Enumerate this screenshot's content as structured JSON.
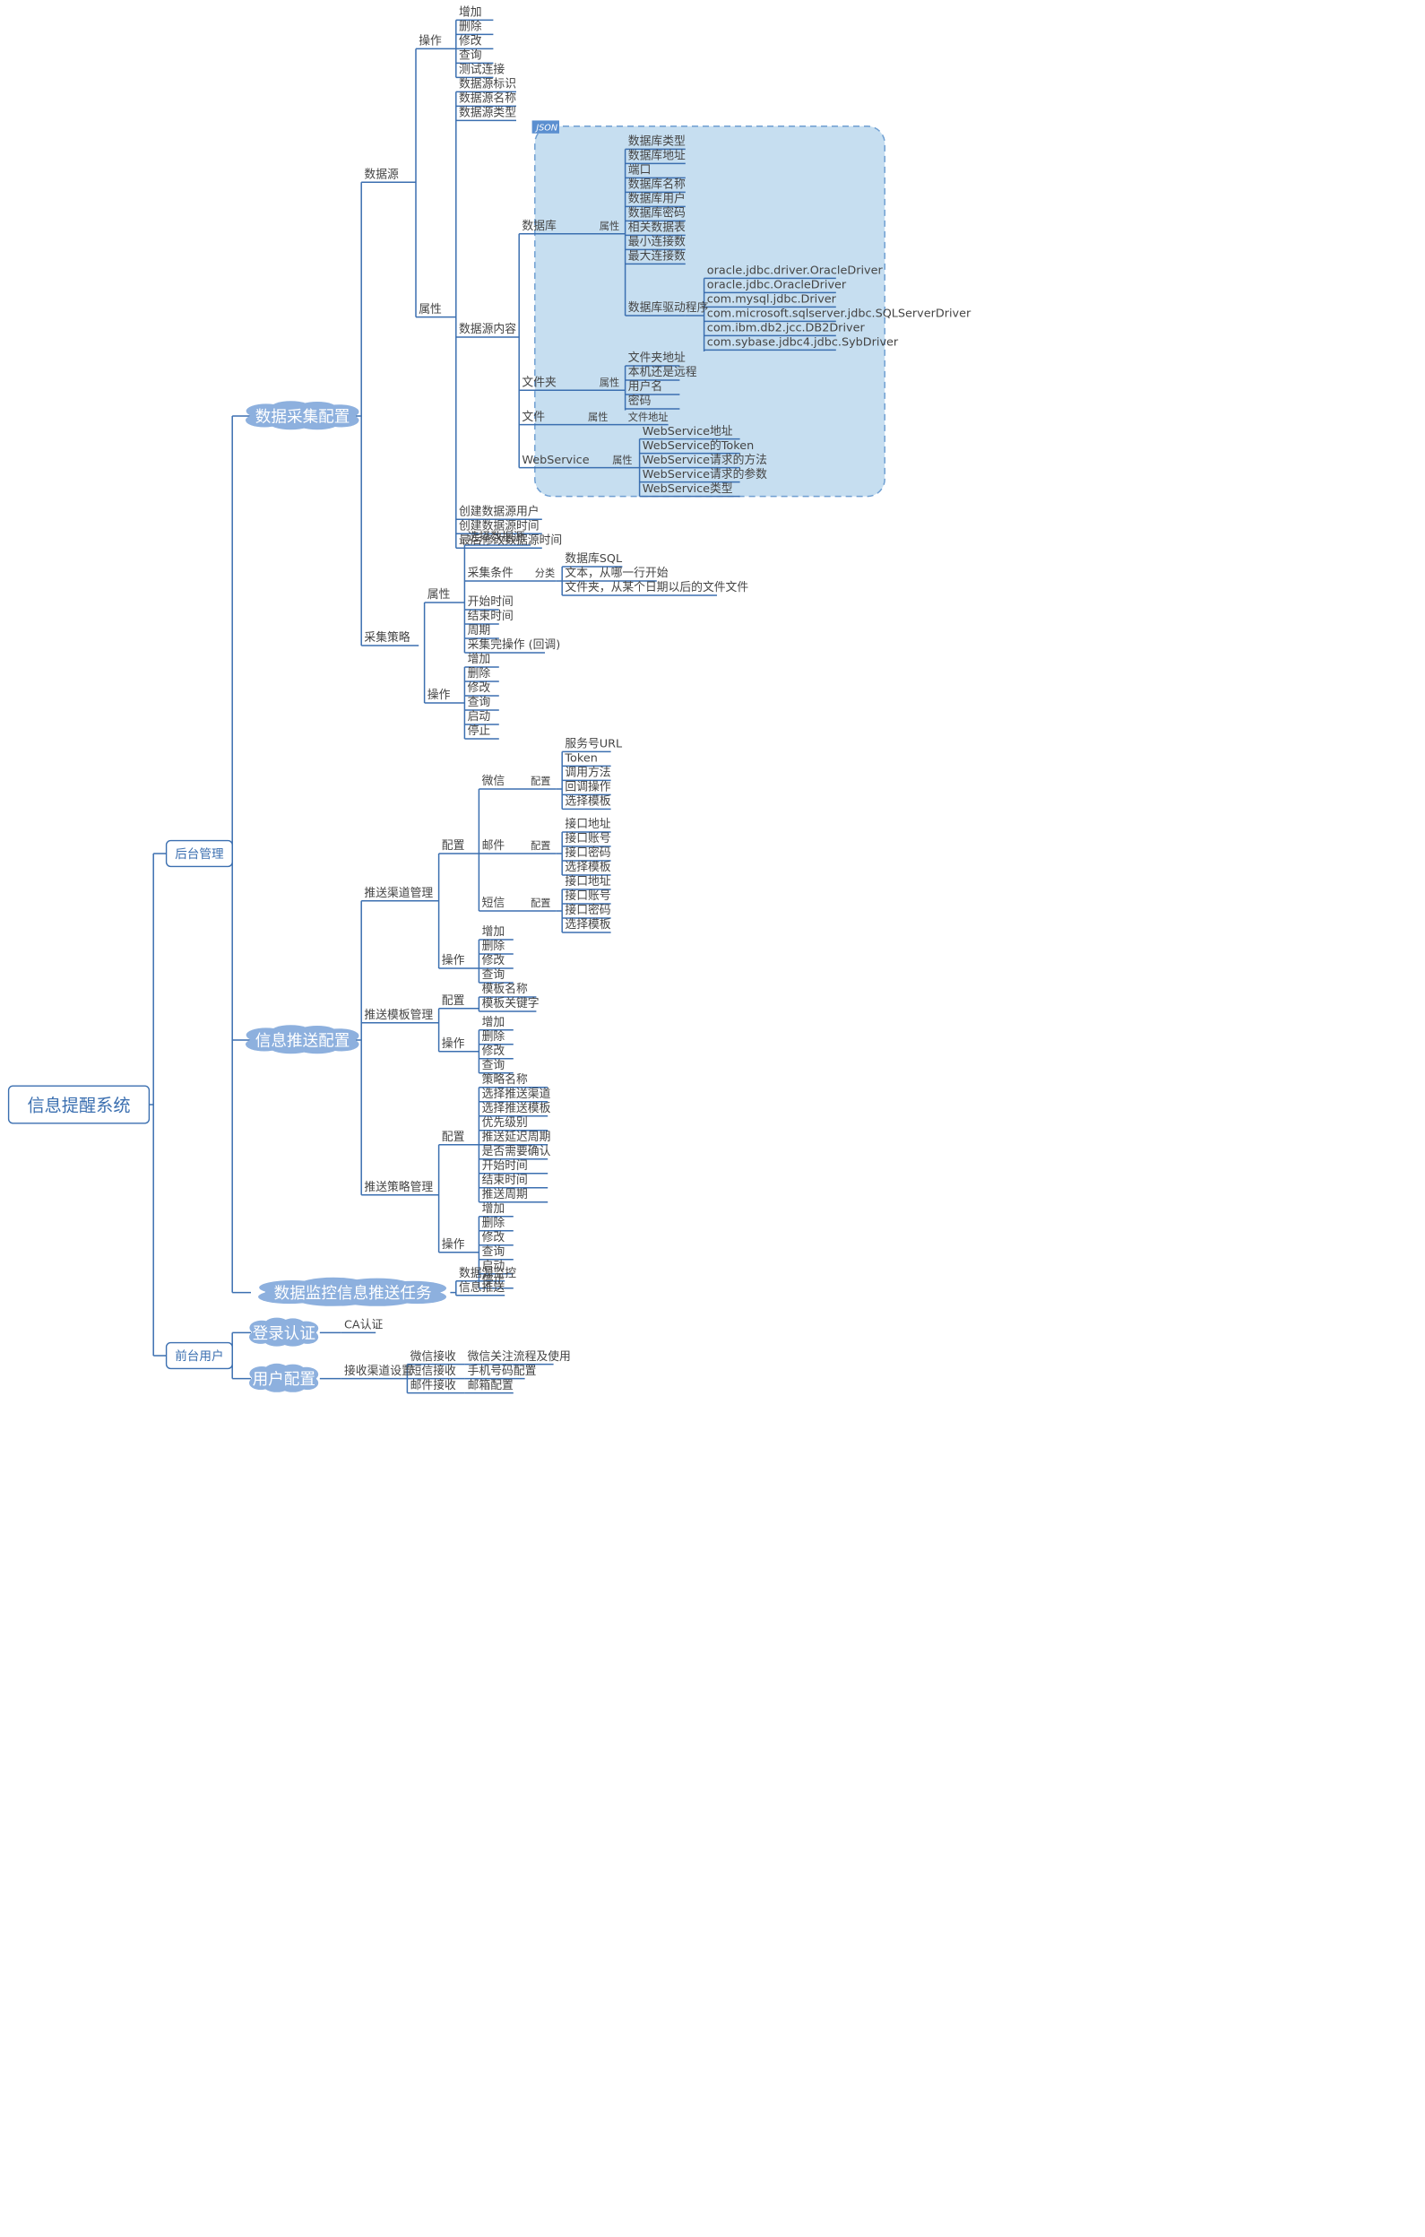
{
  "colors": {
    "line": "#3b6fb0",
    "text": "#444444",
    "accent": "#3b6fb0",
    "cloud": "#8db0de",
    "cloud_text": "#ffffff",
    "json_fill": "#c6def0",
    "json_stroke": "#6f9fd2",
    "json_tag": "#5b8fd0"
  },
  "root": {
    "label": "信息提醒系统"
  },
  "backend": {
    "label": "后台管理",
    "collect": {
      "label": "数据采集配置",
      "datasource": {
        "label": "数据源",
        "ops": {
          "label": "操作",
          "items": [
            "增加",
            "删除",
            "修改",
            "查询",
            "测试连接"
          ]
        },
        "attr": {
          "label": "属性",
          "items_top": [
            "数据源标识",
            "数据源名称",
            "数据源类型"
          ],
          "content_label": "数据源内容",
          "items_bottom": [
            "创建数据源用户",
            "创建数据源时间",
            "最后修改数据源时间"
          ]
        },
        "json": {
          "tag": "JSON",
          "db": {
            "label": "数据库",
            "attr_label": "属性",
            "items": [
              "数据库类型",
              "数据库地址",
              "端口",
              "数据库名称",
              "数据库用户",
              "数据库密码",
              "相关数据表",
              "最小连接数",
              "最大连接数",
              "数据库驱动程序"
            ],
            "drivers": [
              "oracle.jdbc.driver.OracleDriver",
              "oracle.jdbc.OracleDriver",
              "com.mysql.jdbc.Driver",
              "com.microsoft.sqlserver.jdbc.SQLServerDriver",
              "com.ibm.db2.jcc.DB2Driver",
              "com.sybase.jdbc4.jdbc.SybDriver"
            ]
          },
          "folder": {
            "label": "文件夹",
            "attr_label": "属性",
            "items": [
              "文件夹地址",
              "本机还是远程",
              "用户名",
              "密码"
            ]
          },
          "file": {
            "label": "文件",
            "attr_label": "属性",
            "item": "文件地址"
          },
          "ws": {
            "label": "WebService",
            "attr_label": "属性",
            "items": [
              "WebService地址",
              "WebService的Token",
              "WebService请求的方法",
              "WebService请求的参数",
              "WebService类型"
            ]
          }
        }
      },
      "strategy": {
        "label": "采集策略",
        "attr": {
          "label": "属性",
          "select": "选择数据源",
          "cond": "采集条件",
          "cls": "分类",
          "cls_items": [
            "数据库SQL",
            "文本，从哪一行开始",
            "文件夹，从某个日期以后的文件文件"
          ],
          "rest": [
            "开始时间",
            "结束时间",
            "周期",
            "采集完操作 (回调)"
          ]
        },
        "ops": {
          "label": "操作",
          "items": [
            "增加",
            "删除",
            "修改",
            "查询",
            "启动",
            "停止"
          ]
        }
      }
    },
    "push": {
      "label": "信息推送配置",
      "channel": {
        "label": "推送渠道管理",
        "config_label": "配置",
        "wechat": {
          "label": "微信",
          "config": "配置",
          "items": [
            "服务号URL",
            "Token",
            "调用方法",
            "回调操作",
            "选择模板"
          ]
        },
        "mail": {
          "label": "邮件",
          "config": "配置",
          "items": [
            "接口地址",
            "接口账号",
            "接口密码",
            "选择模板"
          ]
        },
        "sms": {
          "label": "短信",
          "config": "配置",
          "items": [
            "接口地址",
            "接口账号",
            "接口密码",
            "选择模板"
          ]
        },
        "ops": {
          "label": "操作",
          "items": [
            "增加",
            "删除",
            "修改",
            "查询"
          ]
        }
      },
      "template": {
        "label": "推送模板管理",
        "config": {
          "label": "配置",
          "items": [
            "模板名称",
            "模板关键字"
          ]
        },
        "ops": {
          "label": "操作",
          "items": [
            "增加",
            "删除",
            "修改",
            "查询"
          ]
        }
      },
      "strategy": {
        "label": "推送策略管理",
        "config": {
          "label": "配置",
          "items": [
            "策略名称",
            "选择推送渠道",
            "选择推送模板",
            "优先级别",
            "推送延迟周期",
            "是否需要确认",
            "开始时间",
            "结束时间",
            "推送周期"
          ]
        },
        "ops": {
          "label": "操作",
          "items": [
            "增加",
            "删除",
            "修改",
            "查询",
            "启动",
            "停止"
          ]
        }
      }
    },
    "monitor": {
      "label": "数据监控信息推送任务",
      "items": [
        "数据源监控",
        "信息推送"
      ]
    }
  },
  "frontend": {
    "label": "前台用户",
    "login": {
      "label": "登录认证",
      "items": [
        "CA认证"
      ]
    },
    "config": {
      "label": "用户配置",
      "channel": "接收渠道设置",
      "rows": [
        [
          "微信接收",
          "微信关注流程及使用"
        ],
        [
          "短信接收",
          "手机号码配置"
        ],
        [
          "邮件接收",
          "邮箱配置"
        ]
      ]
    }
  }
}
